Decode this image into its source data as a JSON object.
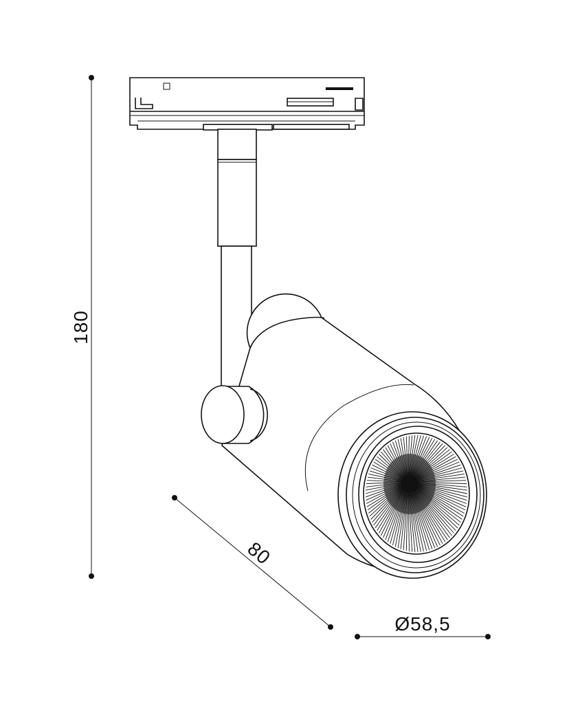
{
  "dimensions": {
    "height": "180",
    "depth": "80",
    "diameter": "Ø58,5"
  },
  "colors": {
    "line": "#111111",
    "background": "#ffffff"
  }
}
